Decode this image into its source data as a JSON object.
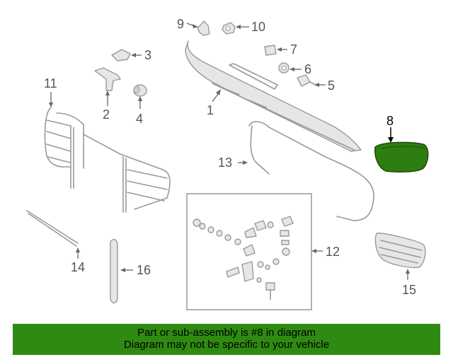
{
  "labels": {
    "p1": "1",
    "p2": "2",
    "p3": "3",
    "p4": "4",
    "p5": "5",
    "p6": "6",
    "p7": "7",
    "p8": "8",
    "p9": "9",
    "p10": "10",
    "p11": "11",
    "p12": "12",
    "p13": "13",
    "p14": "14",
    "p15": "15",
    "p16": "16"
  },
  "highlight": {
    "part": "8",
    "color": "#2e7d12"
  },
  "footer": {
    "line1": "Part or sub-assembly is #8 in diagram",
    "line2": "Diagram may not be specific to your vehicle",
    "background": "#2f8a11"
  }
}
